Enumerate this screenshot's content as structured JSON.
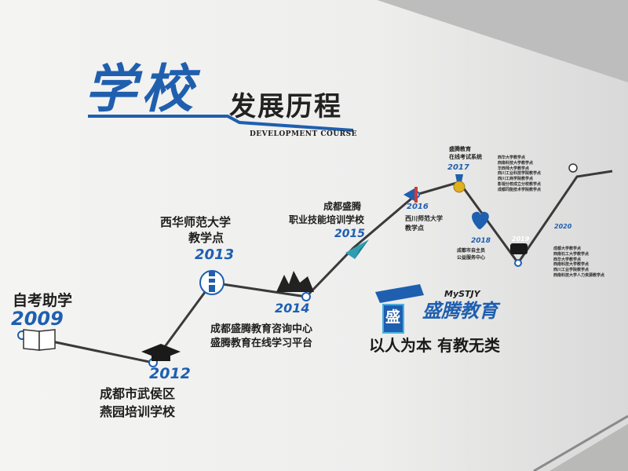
{
  "title": {
    "main": "学校",
    "sub": "发展历程",
    "english": "DEVELOPMENT COURSE"
  },
  "milestones": [
    {
      "year": "2009",
      "lines": [
        "自考助学"
      ]
    },
    {
      "year": "2012",
      "lines": [
        "成都市武侯区",
        "燕园培训学校"
      ]
    },
    {
      "year": "2013",
      "lines": [
        "西华师范大学",
        "教学点"
      ]
    },
    {
      "year": "2014",
      "lines": [
        "成都盛腾教育咨询中心",
        "盛腾教育在线学习平台"
      ]
    },
    {
      "year": "2015",
      "lines": [
        "成都盛腾",
        "职业技能培训学校"
      ]
    },
    {
      "year": "2016",
      "lines": [
        "西川师范大学",
        "教学点"
      ]
    },
    {
      "year": "2017",
      "lines": [
        "盛腾教育",
        "在线考试系统"
      ]
    },
    {
      "year": "2018",
      "lines": [
        "成都市自主员",
        "公益服务中心"
      ]
    },
    {
      "year": "2019",
      "lines": [
        "西华大学教学点",
        "西南科技大学教学点",
        "华西师大学教学点",
        "西川工业科技学院教学点",
        "西川工商学院教学点",
        "影视分校成立分校教学点",
        "成都同能技术学院教学点"
      ]
    },
    {
      "year": "2020",
      "lines": [
        "成都大学教学点",
        "西南石工大学教学点",
        "西华大学教学点",
        "西南科技大学教学点",
        "西川工业学院教学点",
        "西南科技大学人力资源教学点"
      ]
    }
  ],
  "brand": {
    "logo_char": "盛",
    "name": "盛腾教育",
    "tag": "MySTJY",
    "slogan": "以人为本 有教无类"
  },
  "colors": {
    "blue": "#1e5fb0",
    "wall": "#f1f1f0",
    "text": "#1d1d1d"
  }
}
